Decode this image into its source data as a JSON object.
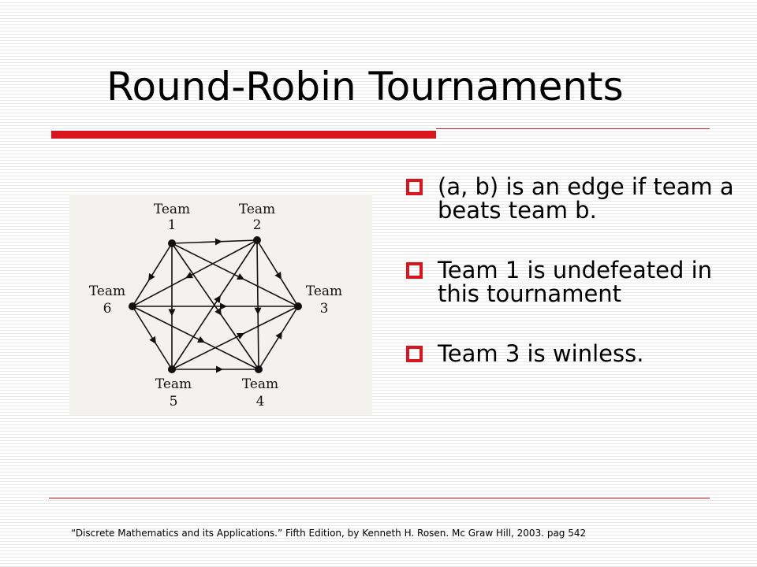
{
  "slide": {
    "title": "Round-Robin Tournaments",
    "bullets": [
      "(a, b) is an edge if team a beats team b.",
      "Team 1 is undefeated in this tournament",
      "Team 3 is winless."
    ],
    "citation": "“Discrete Mathematics and its Applications.”  Fifth Edition, by Kenneth H. Rosen. Mc Graw Hill,  2003. pag 542"
  },
  "diagram": {
    "nodes": [
      {
        "id": 1,
        "line1": "Team",
        "line2": "1"
      },
      {
        "id": 2,
        "line1": "Team",
        "line2": "2"
      },
      {
        "id": 3,
        "line1": "Team",
        "line2": "3"
      },
      {
        "id": 4,
        "line1": "Team",
        "line2": "4"
      },
      {
        "id": 5,
        "line1": "Team",
        "line2": "5"
      },
      {
        "id": 6,
        "line1": "Team",
        "line2": "6"
      }
    ],
    "edges": [
      [
        1,
        2
      ],
      [
        1,
        3
      ],
      [
        1,
        4
      ],
      [
        1,
        5
      ],
      [
        1,
        6
      ],
      [
        2,
        3
      ],
      [
        2,
        4
      ],
      [
        2,
        6
      ],
      [
        4,
        3
      ],
      [
        5,
        2
      ],
      [
        5,
        3
      ],
      [
        5,
        4
      ],
      [
        6,
        3
      ],
      [
        6,
        4
      ],
      [
        6,
        5
      ]
    ],
    "colors": {
      "accent": "#d9161d",
      "ink": "#111111"
    }
  }
}
